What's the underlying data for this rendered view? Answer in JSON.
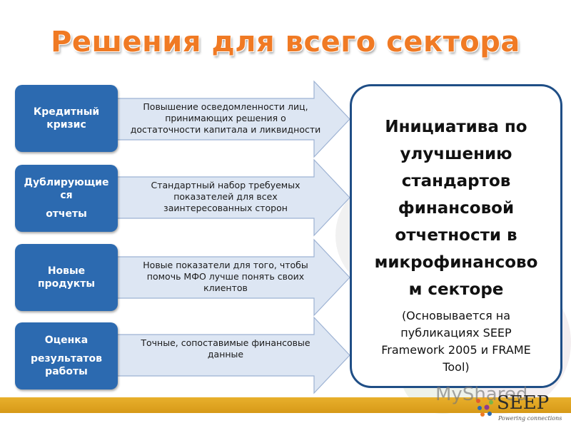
{
  "title": "Решения для всего сектора",
  "rows": [
    {
      "label_lines": [
        "Кредитный",
        "кризис"
      ],
      "label_gap_index": -1,
      "arrow_lines": [
        "Повышение осведомленности лиц,",
        "принимающих решения о",
        "достаточности капитала и ликвидности"
      ]
    },
    {
      "label_lines": [
        "Дублирующие",
        "ся",
        "отчеты"
      ],
      "label_gap_index": 2,
      "arrow_lines": [
        "Стандартный набор требуемых",
        "показателей для всех",
        "заинтересованных сторон"
      ]
    },
    {
      "label_lines": [
        "Новые",
        "продукты"
      ],
      "label_gap_index": -1,
      "arrow_lines": [
        "Новые показатели для того, чтобы",
        "помочь МФО лучше понять своих",
        "клиентов"
      ]
    },
    {
      "label_lines": [
        "Оценка",
        "результатов",
        "работы"
      ],
      "label_gap_index": 1,
      "arrow_lines": [
        "Точные, сопоставимые финансовые",
        "данные"
      ]
    }
  ],
  "initiative": {
    "main_lines": [
      "Инициатива по",
      "улучшению",
      "стандартов",
      "финансовой",
      "отчетности в",
      "микрофинансово",
      "м секторе"
    ],
    "sub_lines": [
      "(Основывается на",
      "публикациях SEEP",
      "Framework 2005 и FRAME",
      "Tool)"
    ]
  },
  "watermark": "MyShared",
  "logo": {
    "word": "SEEP",
    "tagline": "Powering connections"
  },
  "colors": {
    "title": "#f07a24",
    "label_box": "#2c6ab0",
    "arrow_fill": "#dde6f3",
    "arrow_stroke": "#9db2d3",
    "big_box_border": "#1f4e86",
    "bottom_bar": "#e1a520"
  }
}
